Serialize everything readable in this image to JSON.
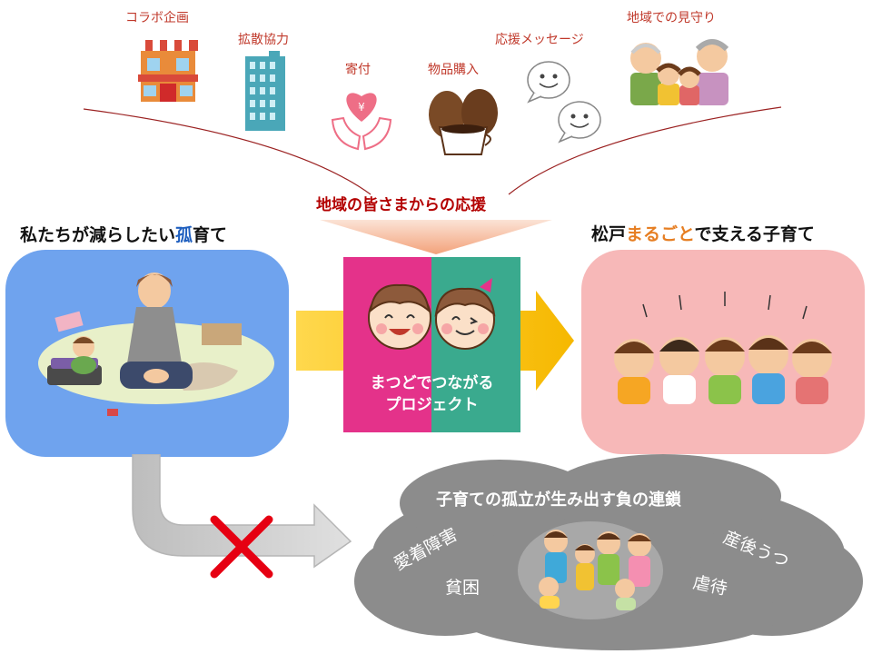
{
  "supporters": [
    {
      "label": "コラボ企画",
      "icon": "shop-icon"
    },
    {
      "label": "拡散協力",
      "icon": "building-icon"
    },
    {
      "label": "寄付",
      "icon": "donation-hands-icon"
    },
    {
      "label": "物品購入",
      "icon": "coffee-icon"
    },
    {
      "label": "応援メッセージ",
      "icon": "speech-bubble-icon"
    },
    {
      "label": "地域での見守り",
      "icon": "family-icon"
    }
  ],
  "support_title": "地域の皆さまからの応援",
  "left": {
    "heading_prefix": "私たちが減らしたい",
    "heading_highlight": "孤",
    "heading_suffix": "育て"
  },
  "right": {
    "heading_prefix": "松戸",
    "heading_highlight": "まるごと",
    "heading_suffix": "で支える子育て"
  },
  "project": {
    "line1": "まつどでつながる",
    "line2": "プロジェクト"
  },
  "chain": {
    "title": "子育ての孤立が生み出す負の連鎖",
    "words": [
      "愛着障害",
      "貧困",
      "産後うつ",
      "虐待"
    ]
  },
  "colors": {
    "left_panel": "#6fa3ee",
    "right_panel": "#f7b8b8",
    "project_pink": "#e4328a",
    "project_green": "#3aaa8e",
    "arrow": "#f6b800",
    "cloud": "#8c8c8c",
    "cross": "#e60012"
  }
}
